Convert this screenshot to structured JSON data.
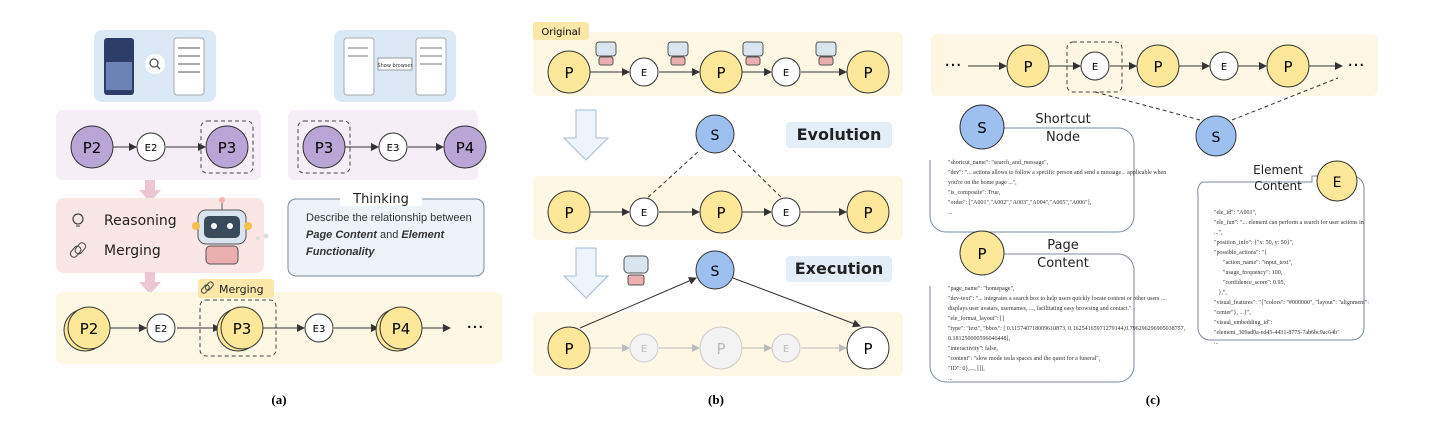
{
  "panel_a": {
    "caption": "(a)",
    "top_left_row": [
      "P2",
      "E2",
      "P3"
    ],
    "top_right_row": [
      "P3",
      "E3",
      "P4"
    ],
    "reasoning_label": "Reasoning",
    "merging_label": "Merging",
    "thinking_title": "Thinking",
    "thinking_text_1": "Describe the relationship between",
    "thinking_text_em1": "Page Content",
    "thinking_text_and": " and ",
    "thinking_text_em2": "Element Functionality",
    "merging_tag": "Merging",
    "bottom_row": [
      "P2",
      "E2",
      "P3",
      "E3",
      "P4"
    ],
    "ellipsis": "···",
    "screenshot_caption": "Show browser"
  },
  "panel_b": {
    "caption": "(b)",
    "original_tag": "Original",
    "original_row": [
      "P",
      "E",
      "P",
      "E",
      "P"
    ],
    "evolution_label": "Evolution",
    "evolution_shortcut": "S",
    "evolution_row": [
      "P",
      "E",
      "P",
      "E",
      "P"
    ],
    "execution_label": "Execution",
    "execution_shortcut": "S",
    "execution_row": [
      "P",
      "E",
      "P",
      "E",
      "P"
    ]
  },
  "panel_c": {
    "caption": "(c)",
    "top_row": [
      "P",
      "E",
      "P",
      "E",
      "P"
    ],
    "ellipsis": "···",
    "shortcut_node": "S",
    "shortcut_title_1": "Shortcut",
    "shortcut_title_2": "Node",
    "shortcut_json": [
      "\"shortcut_name\": \"search_and_message\",",
      "\"dev\": \"... actions allows to follow a specific person and send a message... applicable when",
      "you're on the home page ...\",",
      "\"is_composite\": True,",
      "\"order\": [\"A001\",\"A002\",\"A003\",\"A004\",\"A005\",\"A006\"],",
      "..."
    ],
    "page_node": "P",
    "page_title_1": "Page",
    "page_title_2": "Content",
    "page_json": [
      "\"page_name\": \"homepage\",",
      "\"dev-text\": \"... integrates a search box to help users quickly locate content or other users ...",
      "displays user avatars, usernames, ..., facilitating easy browsing and contact.\"",
      "\"ele_format_layout\": []",
      "\"type\": \"text\", \"bbox\": [ 0.115740718009610873, 0.16254165971279144,0.796296296905038757,",
      "0.181250000596046448],",
      "\"interactivity\": false,",
      "\"content\": \"slow mode tesla spaces and the quest for a funeral\",",
      "\"ID\": 0},..., []],",
      "..."
    ],
    "element_node": "E",
    "element_title_1": "Element",
    "element_title_2": "Content",
    "element_json": [
      "\"ele_id\": \"A001\",",
      "\"ele_fun\": \"... element can perform a search for user actions in",
      "...\",",
      "\"position_info\": {\"x: 50, y: 50}\",",
      "\"possible_actions\": \"{",
      "      \"action_name\": \"input_text\",",
      "      \"usage_frequency\": 100,",
      "      \"confidence_score\": 0.95,",
      "   },\",",
      "\"visual_features\": \"{\"colors\": \"#000000\", \"layout\": \"alignment\":",
      "\"center\"}, ...}\",",
      "\"visual_embedding_id\":",
      "\"element_309ad0a-ed45-4431-8775-7ab6bc9ac64b\"",
      "..."
    ]
  },
  "colors": {
    "page_fill": "#fde89a",
    "page_stroke": "#333333",
    "element_fill": "#ffffff",
    "shortcut_fill": "#9ec0f0",
    "merge_fill": "#b9a6d6",
    "cream_band": "#fdf7e4",
    "lilac_band": "#f6eef6",
    "pink_box": "#fbe6e6",
    "blue_label": "#e3eef8"
  }
}
